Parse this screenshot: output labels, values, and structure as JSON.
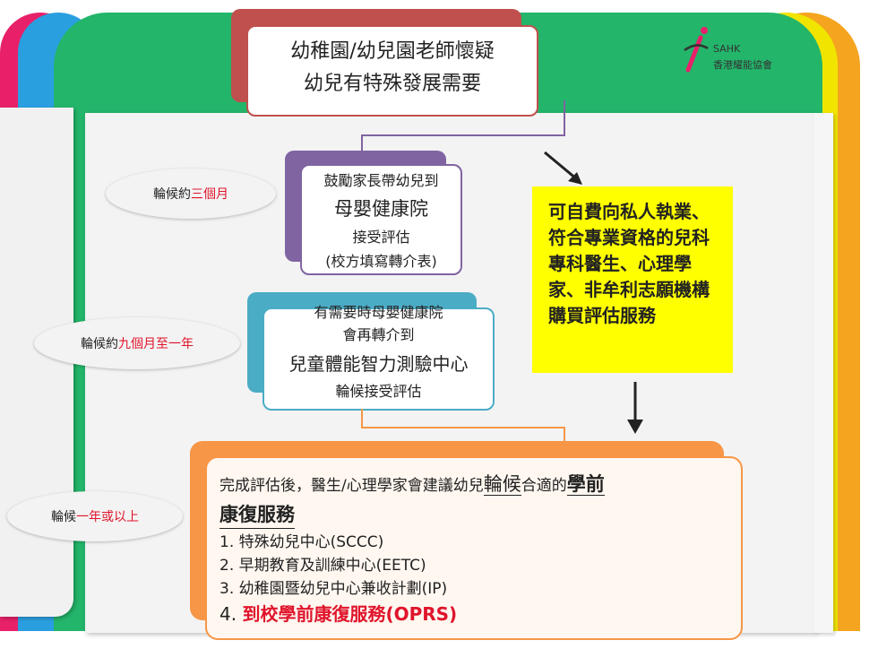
{
  "logo": {
    "name": "SAHK",
    "subtitle": "香港耀能協會"
  },
  "top_box": {
    "line1": "幼稚園/幼兒園老師懷疑",
    "line2": "幼兒有特殊發展需要"
  },
  "mch_box": {
    "line1": "鼓勵家長帶幼兒到",
    "line2": "母嬰健康院",
    "line3": "接受評估",
    "line4": "(校方填寫轉介表)"
  },
  "cac_box": {
    "line1": "有需要時母嬰健康院",
    "line2": "會再轉介到",
    "line3": "兒童體能智力測驗中心",
    "line4": "輪候接受評估"
  },
  "private_box": {
    "text": "可自費向私人執業、符合專業資格的兒科專科醫生、心理學家、非牟利志願機構購買評估服務"
  },
  "wait1": {
    "prefix": "輪候約",
    "highlight": "三個月"
  },
  "wait2": {
    "prefix": "輪候約",
    "highlight": "九個月至一年"
  },
  "wait3": {
    "prefix": "輪候",
    "highlight": "一年或以上"
  },
  "bottom_box": {
    "intro_a": "完成評估後，醫生/心理學家會建議幼兒",
    "intro_b": "輪候",
    "intro_c": "合適的",
    "intro_d": "學前",
    "intro_e": "康復服務",
    "items": [
      "1. 特殊幼兒中心(SCCC)",
      "2. 早期教育及訓練中心(EETC)",
      "3. 幼稚園暨幼兒中心兼收計劃(IP)"
    ],
    "item4_num": "4.",
    "item4_text": "到校學前康復服務(OPRS)"
  },
  "colors": {
    "green": "#23b56a",
    "pink": "#e8206a",
    "blue": "#2a9fe0",
    "yellow": "#f1e500",
    "orange": "#f4a41e",
    "darkred": "#c0504d",
    "purple": "#8064a2",
    "teal": "#4bacc6",
    "callout_orange": "#f79646",
    "callout_yellow": "#ffff00",
    "highlight_red": "#e0142b"
  }
}
